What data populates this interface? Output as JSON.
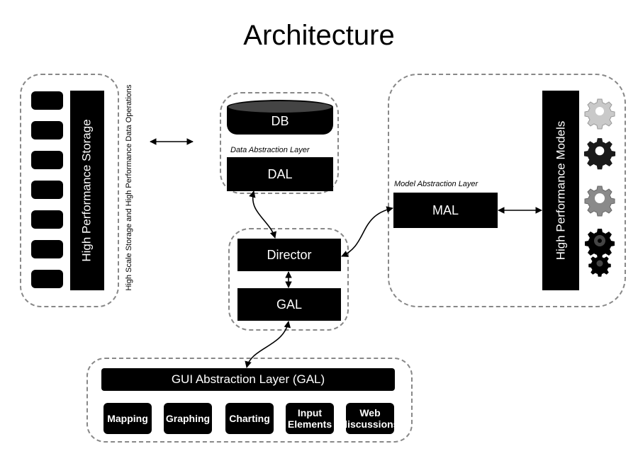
{
  "title": "Architecture",
  "storage": {
    "label": "High Performance Storage",
    "side_caption": "High Scale Storage and High Performance Data Operations",
    "disk_count": 7
  },
  "data_layer": {
    "db_label": "DB",
    "caption": "Data Abstraction Layer",
    "dal_label": "DAL"
  },
  "core": {
    "director_label": "Director",
    "gal_label": "GAL"
  },
  "models": {
    "caption": "Model Abstraction Layer",
    "mal_label": "MAL",
    "label": "High Performance Models",
    "gear_icons": [
      "gear-icon-light",
      "gear-icon-dark",
      "gear-icon-grey",
      "gear-icon-black-pair"
    ]
  },
  "gui": {
    "bar_label": "GUI Abstraction Layer (GAL)",
    "modules": [
      "Mapping",
      "Graphing",
      "Charting",
      "Input Elements",
      "Web discussions"
    ]
  }
}
